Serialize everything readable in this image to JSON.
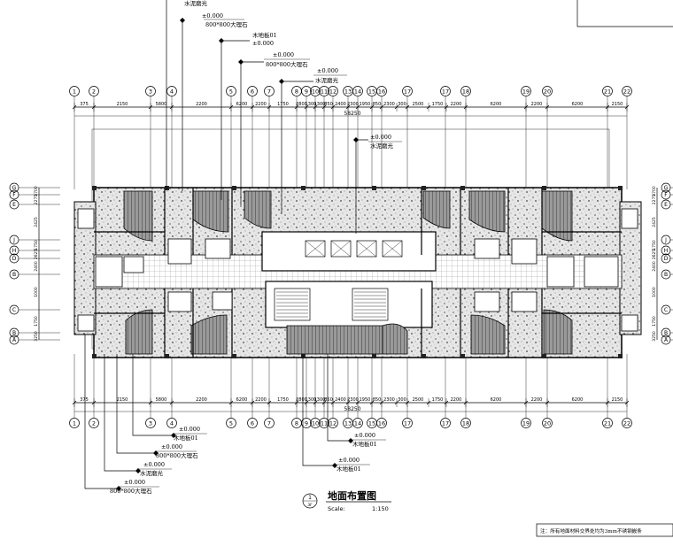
{
  "grid_top": [
    "1",
    "2",
    "3",
    "4",
    "5",
    "6",
    "7",
    "8",
    "9",
    "10",
    "11",
    "12",
    "13",
    "14",
    "15",
    "16",
    "17",
    "17",
    "18",
    "19",
    "20",
    "21",
    "22"
  ],
  "grid_bottom": [
    "1",
    "2",
    "3",
    "4",
    "5",
    "6",
    "7",
    "8",
    "9",
    "10",
    "11",
    "12",
    "13",
    "14",
    "15",
    "16",
    "17",
    "17",
    "18",
    "19",
    "20",
    "21",
    "22"
  ],
  "dims_top": [
    "375",
    "2150",
    "5800",
    "2200",
    "6200",
    "2200",
    "1750",
    "2800",
    "1300",
    "1300",
    "850",
    "2400",
    "2300",
    "1950",
    "850",
    "2300",
    "300",
    "2500",
    "1750",
    "2200",
    "6200",
    "2200",
    "6200",
    "2150",
    "375"
  ],
  "dims_bottom": [
    "375",
    "2150",
    "5800",
    "2200",
    "6200",
    "2200",
    "1750",
    "2800",
    "1300",
    "1300",
    "850",
    "2400",
    "2300",
    "1950",
    "850",
    "2300",
    "300",
    "2500",
    "1750",
    "2200",
    "6200",
    "2200",
    "6200",
    "2150",
    "375"
  ],
  "total_dim": "58250",
  "rows_left": [
    "G",
    "F",
    "E",
    "J",
    "H",
    "D",
    "B",
    "C",
    "B",
    "A"
  ],
  "row_dims": [
    "3700",
    "2275",
    "2425",
    "1750",
    "2625",
    "2400",
    "1000",
    "1750",
    "3250"
  ],
  "annotations": {
    "a1": {
      "level": "",
      "material": "水泥磨光"
    },
    "a2": {
      "level": "±0.000",
      "material": "800*800大理石"
    },
    "a3": {
      "level": "",
      "material": "木地板01"
    },
    "a4": {
      "level": "±0.000",
      "material": "800*800大理石"
    },
    "a5": {
      "level": "±0.000",
      "material": "水泥磨光"
    },
    "a6": {
      "level": "±0.000",
      "material": "水泥磨光"
    },
    "b1": {
      "level": "±0.000",
      "material": "木地板01"
    },
    "b2": {
      "level": "±0.000",
      "material": "800*800大理石"
    },
    "b3": {
      "level": "±0.000",
      "material": "水泥磨光"
    },
    "b4": {
      "level": "±0.000",
      "material": "800*800大理石"
    },
    "b5": {
      "level": "±0.000",
      "material": "木地板01"
    },
    "b6": {
      "level": "±0.000",
      "material": "木地板01"
    },
    "a3_level": "±0.000"
  },
  "title": {
    "number": "1",
    "sub": "3F",
    "name": "地面布置图",
    "scale_label": "Scale:",
    "scale_value": "1:150"
  },
  "note": "注：所有地面材料交界处均为3mm不锈钢嵌条"
}
